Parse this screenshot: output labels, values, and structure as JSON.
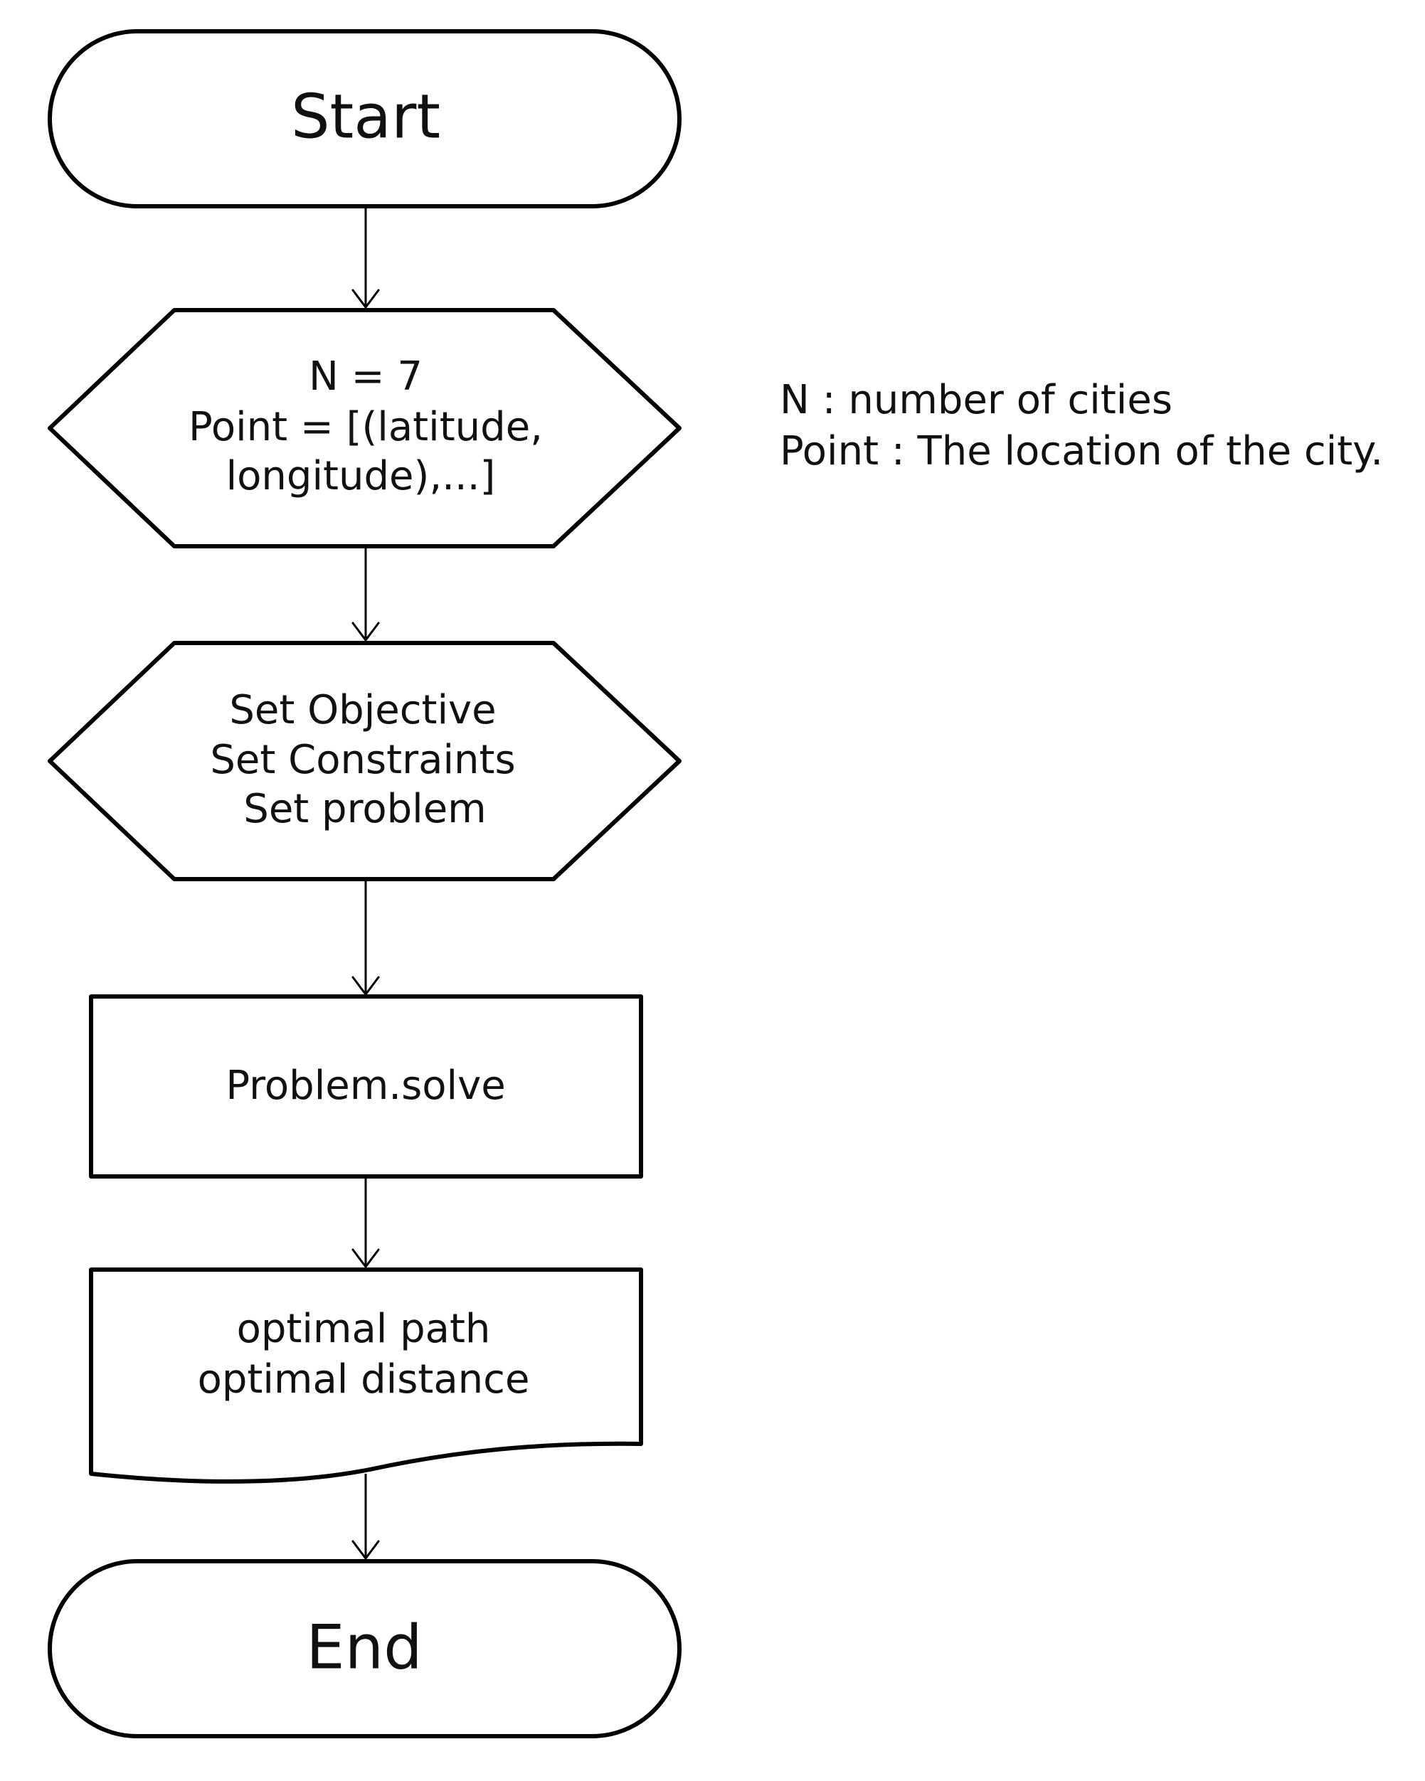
{
  "flowchart": {
    "start": {
      "label": "Start"
    },
    "input": {
      "lines": [
        "N  =  7",
        "Point = [(latitude,",
        "longitude),...]"
      ]
    },
    "setup": {
      "lines": [
        "Set Objective",
        "Set Constraints",
        "Set problem"
      ]
    },
    "solve": {
      "label": "Problem.solve"
    },
    "output": {
      "lines": [
        "optimal path",
        "optimal distance"
      ]
    },
    "end": {
      "label": "End"
    }
  },
  "legend": {
    "lines": [
      "N : number of cities",
      "Point : The location of the city."
    ]
  }
}
